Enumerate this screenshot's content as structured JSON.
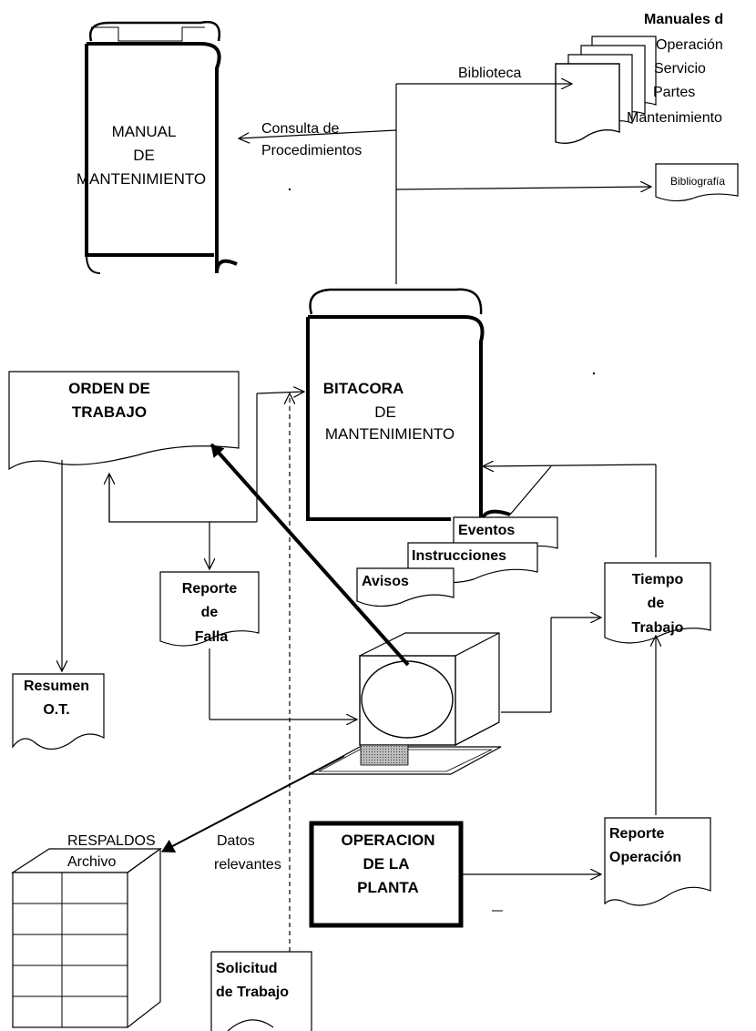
{
  "manual": {
    "line1": "MANUAL",
    "line2": "DE",
    "line3": "MANTENIMIENTO"
  },
  "manuales": {
    "title": "Manuales d",
    "items": [
      "Operación",
      "Servicio",
      "Partes",
      "Mantenimiento"
    ]
  },
  "biblioteca": "Biblioteca",
  "consulta": {
    "line1": "Consulta de",
    "line2": "Procedimientos"
  },
  "bibliografia": "Bibliografía",
  "bitacora": {
    "line1": "BITACORA",
    "line2": "DE",
    "line3": "MANTENIMIENTO"
  },
  "orden": {
    "line1": "ORDEN DE",
    "line2": "TRABAJO"
  },
  "eventos": "Eventos",
  "instrucciones": "Instrucciones",
  "avisos": "Avisos",
  "reporte_falla": {
    "line1": "Reporte",
    "line2": "de",
    "line3": "Falla"
  },
  "tiempo": {
    "line1": "Tiempo",
    "line2": "de",
    "line3": "Trabajo"
  },
  "resumen": {
    "line1": "Resumen",
    "line2": "O.T."
  },
  "respaldos": {
    "line1": "RESPALDOS",
    "line2": "Archivo"
  },
  "datos": {
    "line1": "Datos",
    "line2": "relevantes"
  },
  "operacion": {
    "line1": "OPERACION",
    "line2": "DE LA",
    "line3": "PLANTA"
  },
  "reporte_op": {
    "line1": "Reporte",
    "line2": "Operación"
  },
  "solicitud": {
    "line1": "Solicitud",
    "line2": "de Trabajo"
  }
}
